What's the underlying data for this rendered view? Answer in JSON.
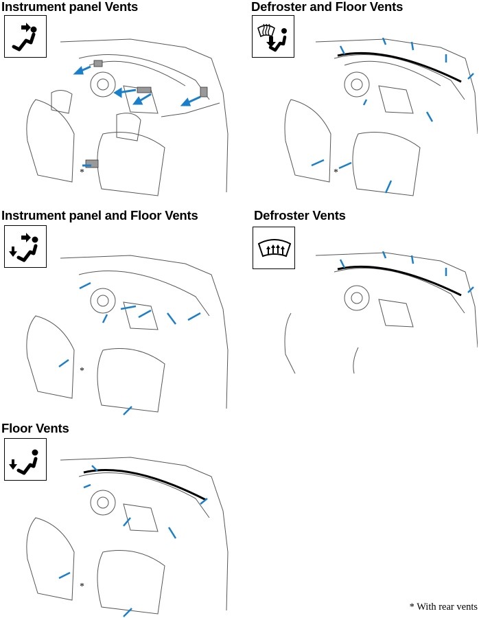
{
  "sections": [
    {
      "title": "Instrument panel Vents",
      "icon": "panel-vents-icon"
    },
    {
      "title": "Defroster and Floor Vents",
      "icon": "defroster-floor-vents-icon"
    },
    {
      "title": "Instrument panel and Floor Vents",
      "icon": "panel-floor-vents-icon"
    },
    {
      "title": "Defroster Vents",
      "icon": "defroster-vents-icon"
    },
    {
      "title": "Floor Vents",
      "icon": "floor-vents-icon"
    }
  ],
  "asterisk": "*",
  "footnote": "* With rear vents",
  "colors": {
    "airflow_arrow": "#1a7fcb",
    "line_art": "#555555",
    "text": "#000000"
  }
}
